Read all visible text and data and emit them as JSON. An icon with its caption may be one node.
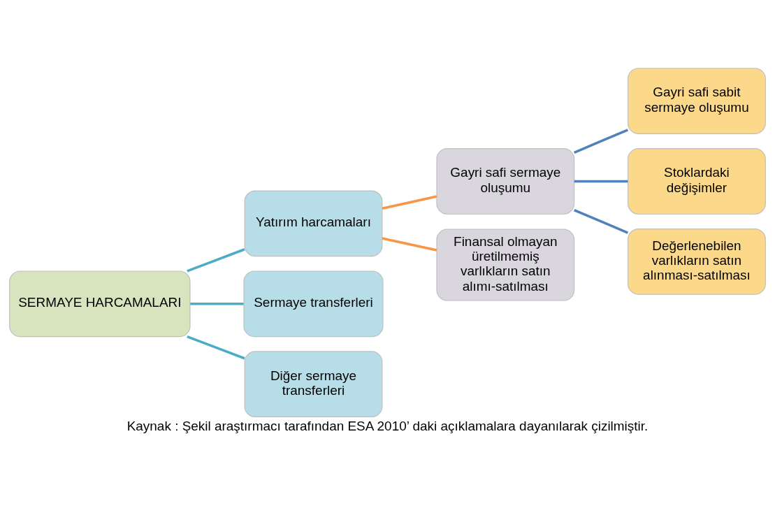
{
  "diagram": {
    "caption": "Kaynak : Şekil araştırmacı tarafından ESA 2010’ daki açıklamalara dayanılarak çizilmiştir.",
    "nodes": [
      {
        "text": [
          "SERMAYE HARCAMALARI"
        ]
      },
      {
        "text": [
          "Yatırım harcamaları"
        ]
      },
      {
        "text": [
          "Sermaye transferleri"
        ]
      },
      {
        "text": [
          "Diğer sermaye transferleri"
        ]
      },
      {
        "text": [
          "Gayri safi sermaye oluşumu"
        ]
      },
      {
        "text": [
          "Finansal olmayan üretilmemiş varlıkların satın alımı-satılması"
        ]
      },
      {
        "text": [
          "Gayri safi sabit sermaye oluşumu"
        ]
      },
      {
        "text": [
          "Stoklardaki değişimler"
        ]
      },
      {
        "text": [
          "Değerlenebilen varlıkların satın alınması-satılması"
        ]
      }
    ],
    "edges": [
      {
        "from": 0,
        "to": 1,
        "arrow": "none",
        "color": "#4bacc6"
      },
      {
        "from": 0,
        "to": 2,
        "arrow": "none",
        "color": "#4bacc6"
      },
      {
        "from": 0,
        "to": 3,
        "arrow": "none",
        "color": "#4bacc6"
      },
      {
        "from": 1,
        "to": 4,
        "arrow": "none",
        "color": "#f79646"
      },
      {
        "from": 1,
        "to": 5,
        "arrow": "none",
        "color": "#f79646"
      },
      {
        "from": 4,
        "to": 6,
        "arrow": "none",
        "color": "#4f81bd"
      },
      {
        "from": 4,
        "to": 7,
        "arrow": "none",
        "color": "#4f81bd"
      },
      {
        "from": 4,
        "to": 8,
        "arrow": "none",
        "color": "#4f81bd"
      }
    ]
  }
}
